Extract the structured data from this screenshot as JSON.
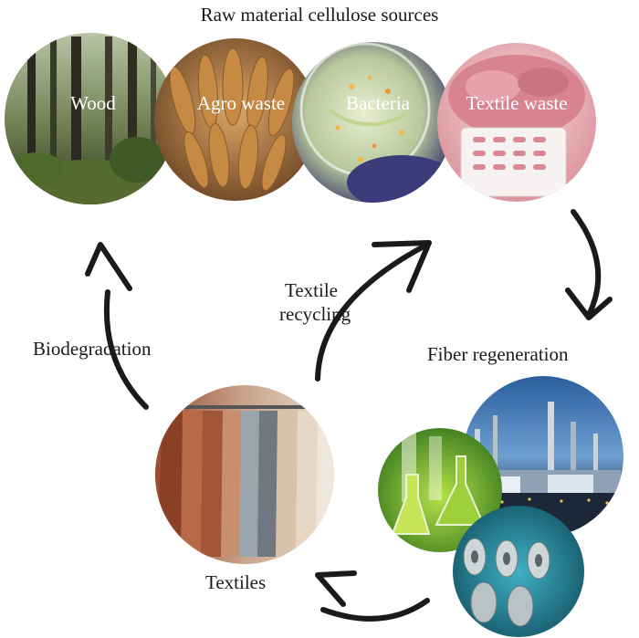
{
  "title": "Raw material cellulose sources",
  "sources": [
    {
      "label": "Wood",
      "icon": "forest-photo"
    },
    {
      "label": "Agro waste",
      "icon": "wheat-photo"
    },
    {
      "label": "Bacteria",
      "icon": "petri-dish-photo"
    },
    {
      "label": "Textile waste",
      "icon": "textile-basket-photo"
    }
  ],
  "stages": {
    "fiber_regeneration": "Fiber regeneration",
    "textile_recycling_line1": "Textile",
    "textile_recycling_line2": "recycling",
    "biodegradation": "Biodegradation",
    "textiles": "Textiles"
  },
  "images": {
    "factory": "chemical-plant-photo",
    "lab": "lab-flasks-photo",
    "fiber_rolls": "fiber-rolls-photo",
    "clothes": "clothes-rack-photo"
  }
}
